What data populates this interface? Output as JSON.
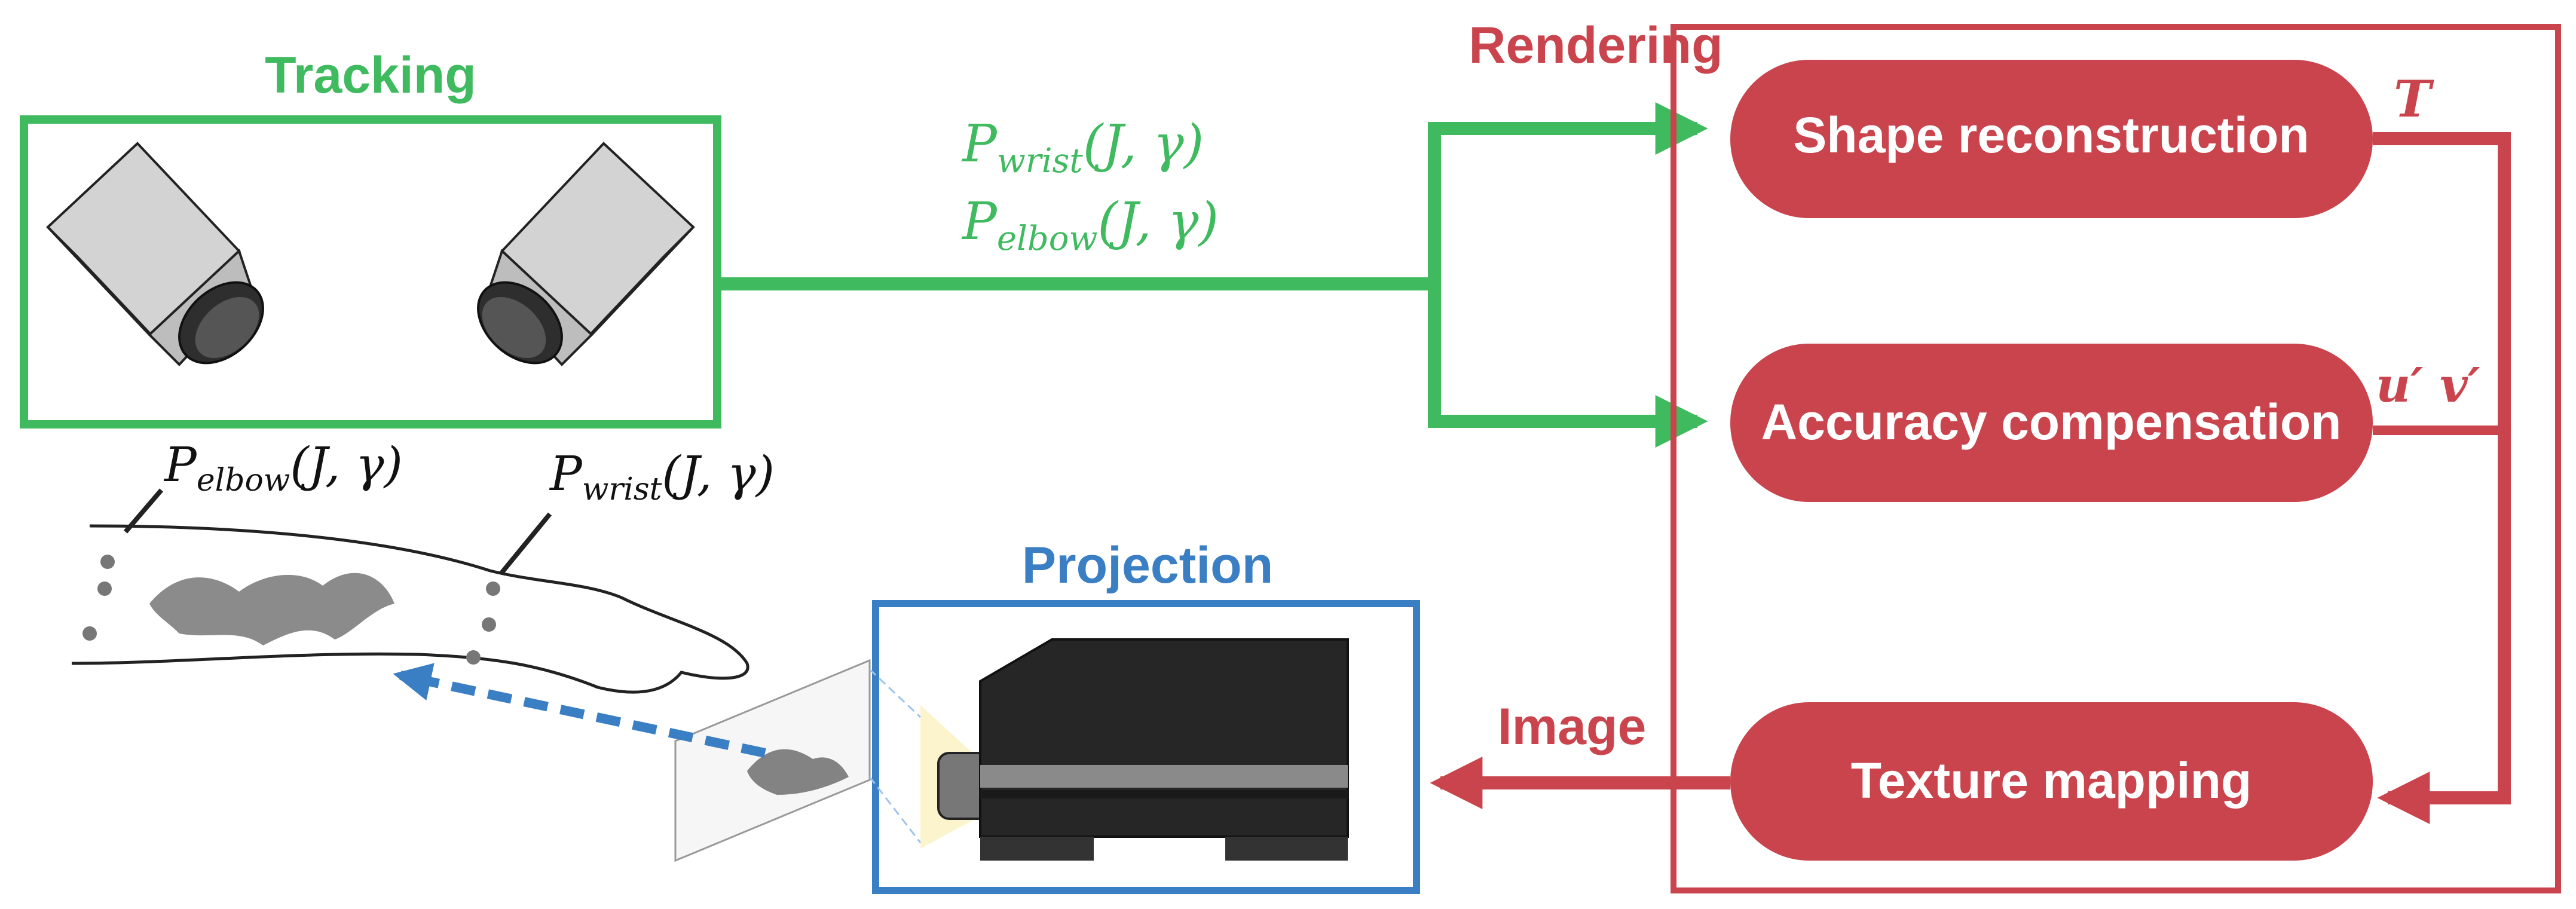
{
  "colors": {
    "tracking": "#3fba5f",
    "rendering": "#c9444d",
    "projection": "#3a7ec4",
    "label_dark": "#111111"
  },
  "tracking": {
    "title": "Tracking",
    "icon": "camera-icon"
  },
  "rendering": {
    "title": "Rendering",
    "nodes": [
      "Shape reconstruction",
      "Accuracy compensation",
      "Texture mapping"
    ],
    "outputs": {
      "shape": "T",
      "accuracy": "u′ v′"
    }
  },
  "projection": {
    "title": "Projection",
    "icon": "projector-icon"
  },
  "edges": {
    "image_label": "Image",
    "wrist_param": {
      "P": "P",
      "sub": "wrist",
      "args": "(J, γ)"
    },
    "elbow_param": {
      "P": "P",
      "sub": "elbow",
      "args": "(J, γ)"
    }
  },
  "arm": {
    "icon": "forearm-tattoo-icon",
    "elbow_label": {
      "P": "P",
      "sub": "elbow",
      "args": "(J, γ)"
    },
    "wrist_label": {
      "P": "P",
      "sub": "wrist",
      "args": "(J, γ)"
    }
  }
}
